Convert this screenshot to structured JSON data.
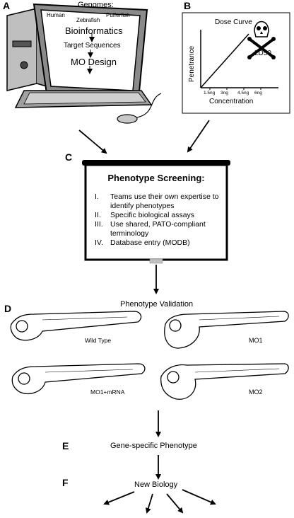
{
  "panel_a": {
    "label": "A",
    "genomes_title": "Genomes:",
    "species": [
      "Human",
      "Zebrafish",
      "Pufferfish"
    ],
    "bioinformatics": "Bioinformatics",
    "target_sequences": "Target Sequences",
    "mo_design": "MO Design"
  },
  "panel_b": {
    "label": "B",
    "title": "Dose Curve",
    "ylabel": "Penetrance",
    "xlabel": "Concentration",
    "annotation": "LD50"
  },
  "chart_data": {
    "type": "line",
    "title": "Dose Curve",
    "xlabel": "Concentration",
    "ylabel": "Penetrance",
    "categories": [
      "1.5ng",
      "3ng",
      "4.5ng",
      "6ng"
    ],
    "annotation": "LD50"
  },
  "panel_c": {
    "label": "C",
    "title": "Phenotype Screening:",
    "steps": [
      {
        "num": "I.",
        "text": "Teams use their own expertise to identify phenotypes"
      },
      {
        "num": "II.",
        "text": "Specific biological assays"
      },
      {
        "num": "III.",
        "text": "Use shared, PATO-compliant terminology"
      },
      {
        "num": "IV.",
        "text": "Database entry (MODB)"
      }
    ]
  },
  "panel_d": {
    "label": "D",
    "title": "Phenotype Validation",
    "embryos": [
      "Wild Type",
      "MO1",
      "MO1+mRNA",
      "MO2"
    ]
  },
  "panel_e": {
    "label": "E",
    "text": "Gene-specific Phenotype"
  },
  "panel_f": {
    "label": "F",
    "text": "New Biology"
  }
}
